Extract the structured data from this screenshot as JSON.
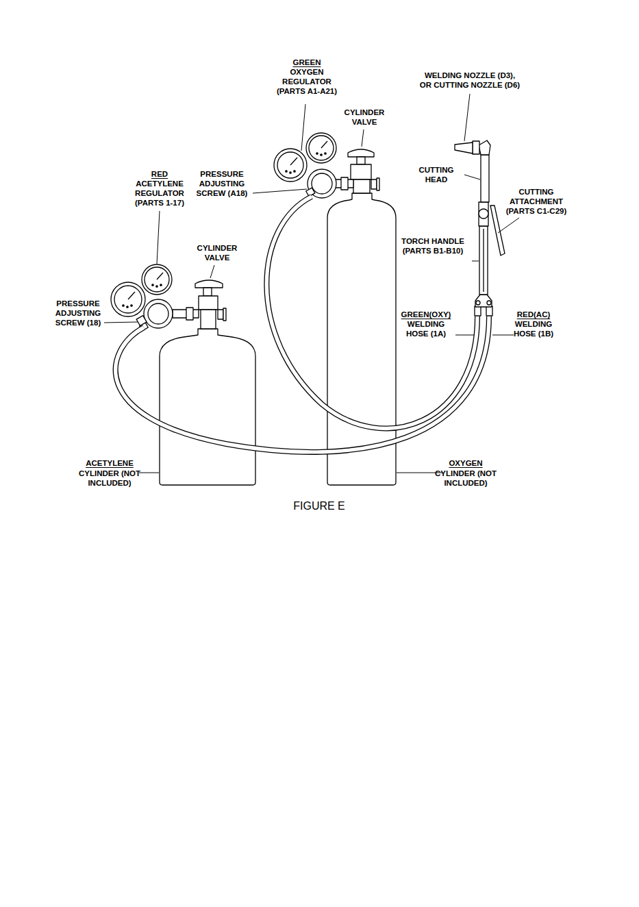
{
  "diagram": {
    "caption": "FIGURE E",
    "labels": [
      "GREEN",
      "OXYGEN REGULATOR (PARTS A1-A21)",
      "CYLINDER VALVE",
      "WELDING NOZZLE (D3), OR CUTTING NOZZLE (D6)",
      "CUTTING HEAD",
      "CUTTING ATTACHMENT (PARTS C1-C29)",
      "TORCH HANDLE (PARTS B1-B10)",
      "RED",
      "ACETYLENE REGULATOR (PARTS 1-17)",
      "PRESSURE ADJUSTING SCREW (A18)",
      "CYLINDER VALVE",
      "PRESSURE ADJUSTING SCREW (18)",
      "GREEN(OXY)",
      "WELDING HOSE (1A)",
      "RED(AC)",
      "WELDING HOSE (1B)",
      "ACETYLENE",
      "CYLINDER (NOT INCLUDED)",
      "OXYGEN",
      "CYLINDER (NOT INCLUDED)"
    ]
  }
}
